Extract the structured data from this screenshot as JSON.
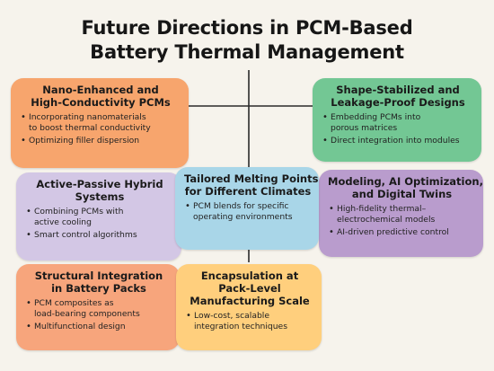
{
  "title": {
    "line1": "Future Directions in PCM-Based",
    "line2": "Battery Thermal Management"
  },
  "cards": {
    "nano": {
      "heading": [
        "Nano-Enhanced and",
        "High-Conductivity PCMs"
      ],
      "bullets": [
        [
          "Incorporating nanomaterials",
          "to boost thermal conductivity"
        ],
        [
          "Optimizing filler dispersion"
        ]
      ],
      "color": "#f7a56d"
    },
    "shape": {
      "heading": [
        "Shape-Stabilized and",
        "Leakage-Proof Designs"
      ],
      "bullets": [
        [
          "Embedding PCMs into",
          "porous matrices"
        ],
        [
          "Direct integration into modules"
        ]
      ],
      "color": "#73c794"
    },
    "hybrid": {
      "heading": [
        "Active-Passive Hybrid",
        "Systems"
      ],
      "bullets": [
        [
          "Combining PCMs with",
          "active cooling"
        ],
        [
          "Smart control algorithms"
        ]
      ],
      "color": "#d3c7e5"
    },
    "melt": {
      "heading": [
        "Tailored Melting Points",
        "for Different Climates"
      ],
      "bullets": [
        [
          "PCM blends for specific",
          "operating environments"
        ]
      ],
      "color": "#a9d6e8"
    },
    "model": {
      "heading": [
        "Modeling, AI Optimization,",
        "and Digital Twins"
      ],
      "bullets": [
        [
          "High-fidelity thermal–",
          "electrochemical models"
        ],
        [
          "AI-driven predictive control"
        ]
      ],
      "color": "#b99ccd"
    },
    "struct": {
      "heading": [
        "Structural Integration",
        "in Battery Packs"
      ],
      "bullets": [
        [
          "PCM composites as",
          "load-bearing components"
        ],
        [
          "Multifunctional design"
        ]
      ],
      "color": "#f7a57c"
    },
    "encap": {
      "heading": [
        "Encapsulation at",
        "Pack-Level",
        "Manufacturing Scale"
      ],
      "bullets": [
        [
          "Low-cost, scalable",
          "integration techniques"
        ]
      ],
      "color": "#ffcf7d"
    }
  }
}
